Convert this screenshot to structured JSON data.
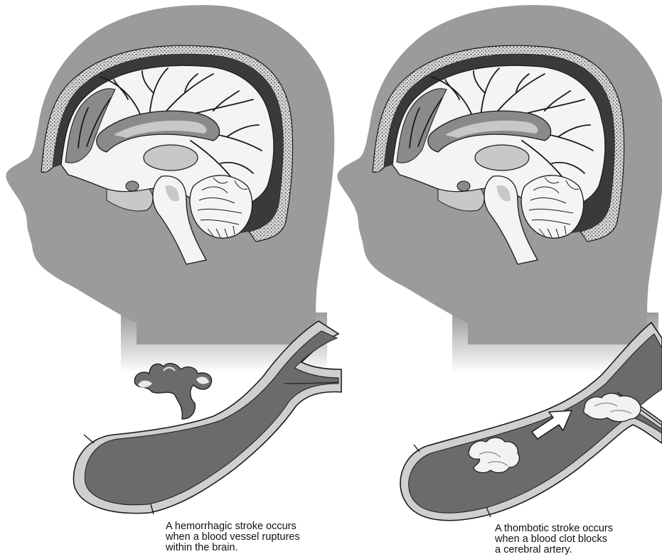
{
  "colors": {
    "head_fill": "#9b9b9b",
    "outline": "#1a1a1a",
    "brain_light": "#f4f4f4",
    "brain_gray": "#c8c8c8",
    "brain_dark": "#8a8a8a",
    "csf_dark": "#3a3a3a",
    "vessel_fill": "#6b6b6b",
    "vessel_wall": "#cfcfcf",
    "vessel_branch": "#2b2b2b",
    "clot": "#f2f2f2"
  },
  "icons": {
    "flow_arrow": "arrow-right-icon"
  },
  "panels": [
    {
      "id": "hemorrhagic",
      "caption": [
        "A hemorrhagic stroke occurs",
        "when a blood vessel ruptures",
        "within the brain."
      ]
    },
    {
      "id": "thrombotic",
      "caption": [
        "A thombotic stroke occurs",
        "when a blood clot blocks",
        "a cerebral artery."
      ]
    }
  ]
}
